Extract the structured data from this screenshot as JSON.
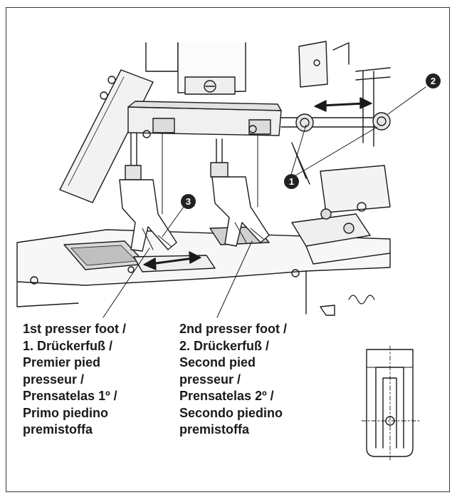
{
  "callouts": {
    "c1": "1",
    "c2": "2",
    "c3": "3"
  },
  "caption_first": [
    "1st presser foot /",
    "1. Drückerfuß /",
    "Premier pied",
    "presseur /",
    "Prensatelas 1º /",
    "Primo piedino",
    "premistoffa"
  ],
  "caption_second": [
    "2nd presser foot /",
    "2. Drückerfuß /",
    "Second pied",
    "presseur /",
    "Prensatelas 2º /",
    "Secondo piedino",
    "premistoffa"
  ],
  "colors": {
    "line": "#1a1a1a",
    "fill_light": "#f2f2f2",
    "fill_mid": "#d9d9d9",
    "bullet": "#222222"
  }
}
